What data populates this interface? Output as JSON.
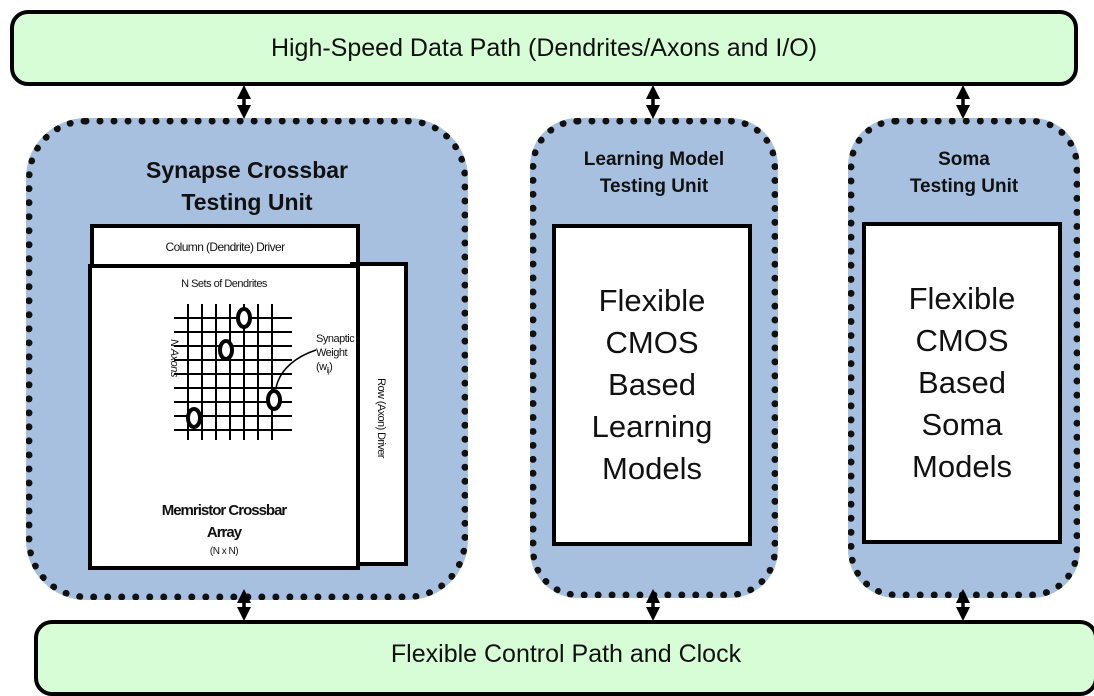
{
  "top_bus": {
    "label": "High-Speed Data Path (Dendrites/Axons and I/O)"
  },
  "bottom_bus": {
    "label": "Flexible Control Path and Clock"
  },
  "synapse_unit": {
    "title_line1": "Synapse Crossbar",
    "title_line2": "Testing Unit",
    "column_driver": "Column (Dendrite) Driver",
    "row_driver": "Row (Axon) Driver",
    "n_sets": "N Sets of Dendrites",
    "n_axons": "N Axons",
    "synaptic_weight_line1": "Synaptic",
    "synaptic_weight_line2": "Weight (w",
    "synaptic_weight_sub": "ij",
    "synaptic_weight_end": ")",
    "array_line1": "Memristor Crossbar",
    "array_line2": "Array",
    "array_line3": "(N x N)"
  },
  "learning_unit": {
    "title_line1": "Learning Model",
    "title_line2": "Testing Unit",
    "lines": [
      "Flexible",
      "CMOS",
      "Based",
      "Learning",
      "Models"
    ]
  },
  "soma_unit": {
    "title_line1": "Soma",
    "title_line2": "Testing Unit",
    "lines": [
      "Flexible",
      "CMOS",
      "Based",
      "Soma",
      "Models"
    ]
  },
  "colors": {
    "bus_fill": "#d6fdd6",
    "unit_fill": "#a8c0df",
    "outline": "#000000"
  }
}
